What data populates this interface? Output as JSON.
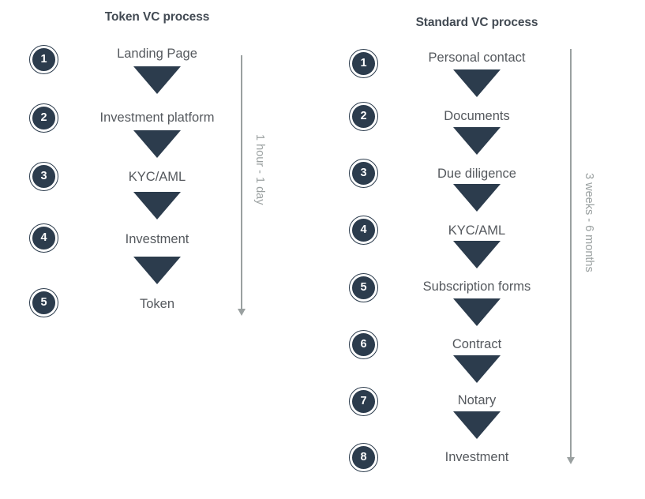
{
  "colors": {
    "navy": "#2c3c4d",
    "label_text": "#55595e",
    "title_text": "#424a53",
    "arrow_gray": "#9aa0a0",
    "background": "#ffffff"
  },
  "columns": [
    {
      "id": "token-vc",
      "title": "Token VC process",
      "steps": [
        {
          "number": "1",
          "label": "Landing Page"
        },
        {
          "number": "2",
          "label": "Investment platform"
        },
        {
          "number": "3",
          "label": "KYC/AML"
        },
        {
          "number": "4",
          "label": "Investment"
        },
        {
          "number": "5",
          "label": "Token"
        }
      ],
      "duration_label": "1 hour - 1 day"
    },
    {
      "id": "standard-vc",
      "title": "Standard VC process",
      "steps": [
        {
          "number": "1",
          "label": "Personal contact"
        },
        {
          "number": "2",
          "label": "Documents"
        },
        {
          "number": "3",
          "label": "Due diligence"
        },
        {
          "number": "4",
          "label": "KYC/AML"
        },
        {
          "number": "5",
          "label": "Subscription forms"
        },
        {
          "number": "6",
          "label": "Contract"
        },
        {
          "number": "7",
          "label": "Notary"
        },
        {
          "number": "8",
          "label": "Investment"
        }
      ],
      "duration_label": "3 weeks - 6 months"
    }
  ]
}
